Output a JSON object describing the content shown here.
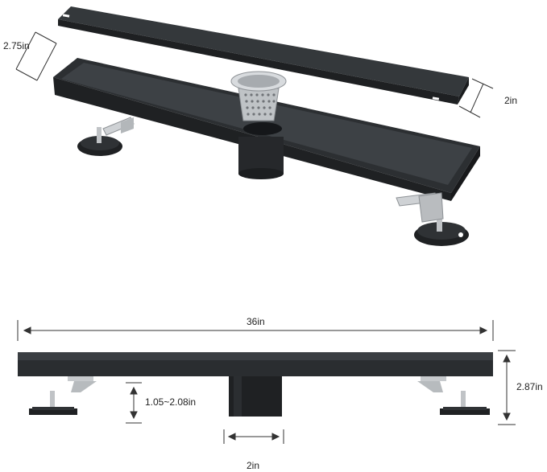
{
  "colors": {
    "body": "#2b2e31",
    "body_dark": "#1c1e20",
    "body_light": "#4a4e52",
    "steel": "#c9cccf",
    "steel_dark": "#8e9296",
    "dim_line": "#333333"
  },
  "icons": [
    "drain-grate-cover",
    "drain-channel-body",
    "strainer-basket",
    "leveling-foot"
  ],
  "dimensions": {
    "cover_width": "2.75in",
    "channel_width": "2in",
    "length": "36in",
    "height": "2.87in",
    "adjust_range": "1.05~2.08in",
    "outlet_diameter": "2in"
  }
}
